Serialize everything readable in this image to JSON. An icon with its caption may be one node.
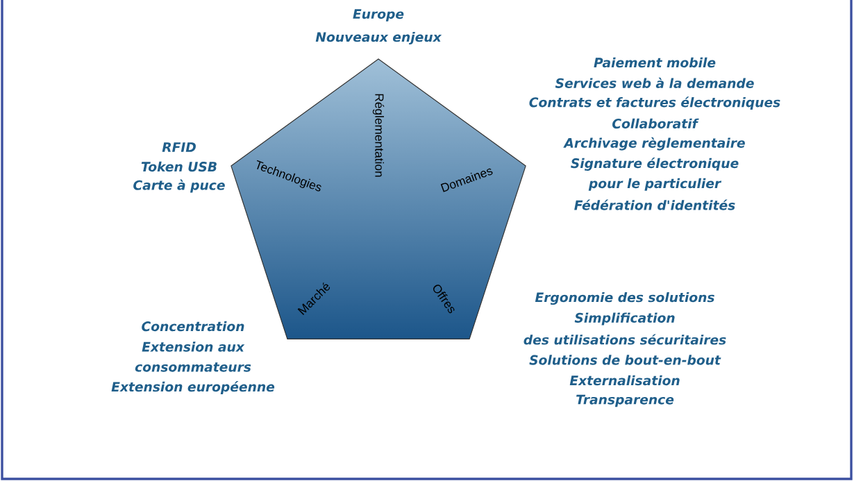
{
  "diagram": {
    "nodes": [
      {
        "text": [
          "Réglementation",
          "Technologies",
          "Domaines",
          "Marché",
          "Offres"
        ]
      }
    ],
    "labels": [
      "Europe",
      "Nouveaux enjeux",
      "Paiement mobile",
      "Services web à la demande",
      "Contrats et factures électroniques",
      "Collaboratif",
      "Archivage règlementaire",
      "Signature électronique",
      "pour le particulier",
      "Fédération d'identités",
      "RFID",
      "Token USB",
      "Carte à puce",
      "Concentration",
      "Extension aux",
      "consommateurs",
      "Extension européenne",
      "Ergonomie des solutions",
      "Simplification",
      "des utilisations sécuritaires",
      "Solutions de bout-en-bout",
      "Externalisation",
      "Transparence"
    ]
  }
}
